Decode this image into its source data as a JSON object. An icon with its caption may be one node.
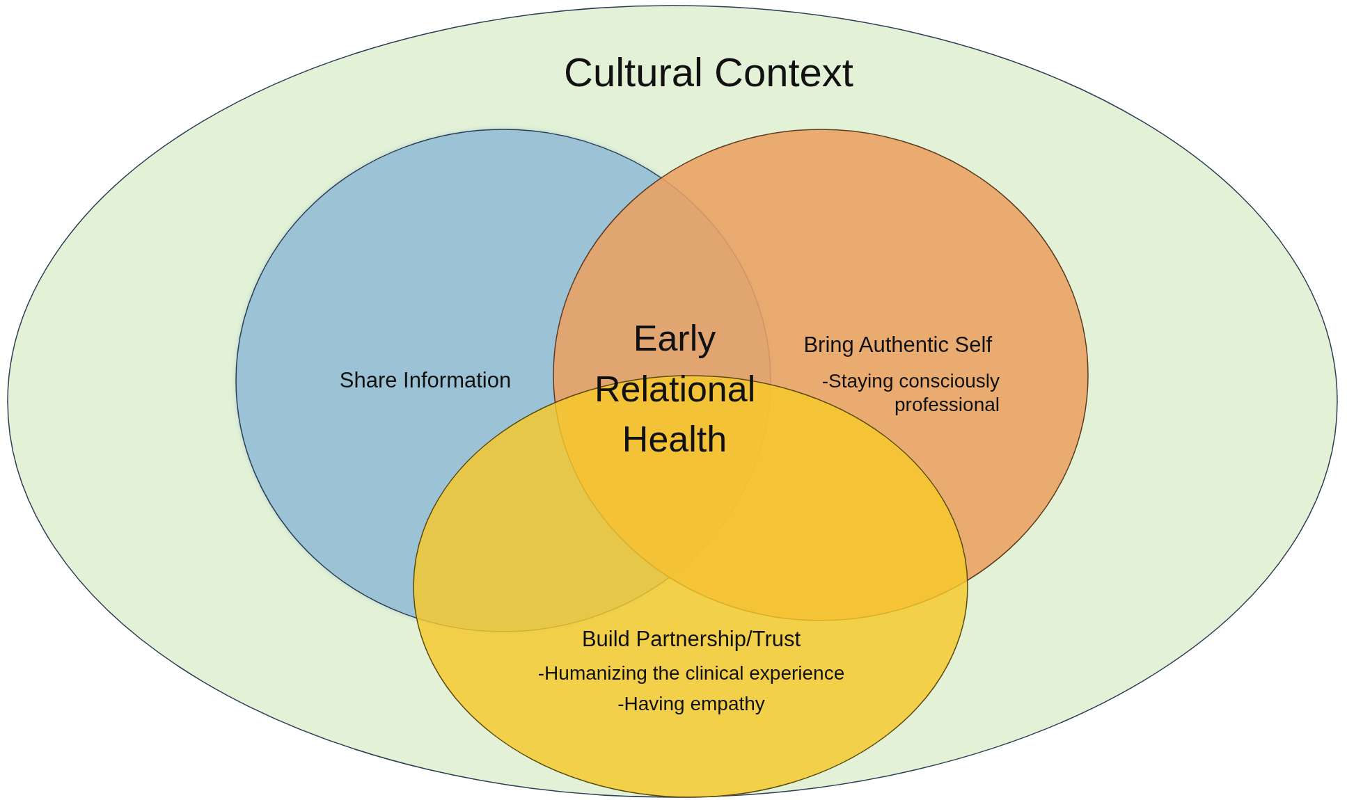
{
  "diagram": {
    "nodes": [
      {
        "text": [
          "Cultural Context"
        ]
      },
      {
        "text": [
          "Share Information"
        ],
        "in": 0
      },
      {
        "text": [
          "Bring Authentic Self",
          "-Staying consciously professional"
        ],
        "in": 0
      },
      {
        "text": [
          "Build Partnership/Trust",
          "-Humanizing the clinical experience",
          "-Having empathy"
        ],
        "in": 0
      }
    ],
    "labels": [
      "Early Relational Health"
    ]
  }
}
